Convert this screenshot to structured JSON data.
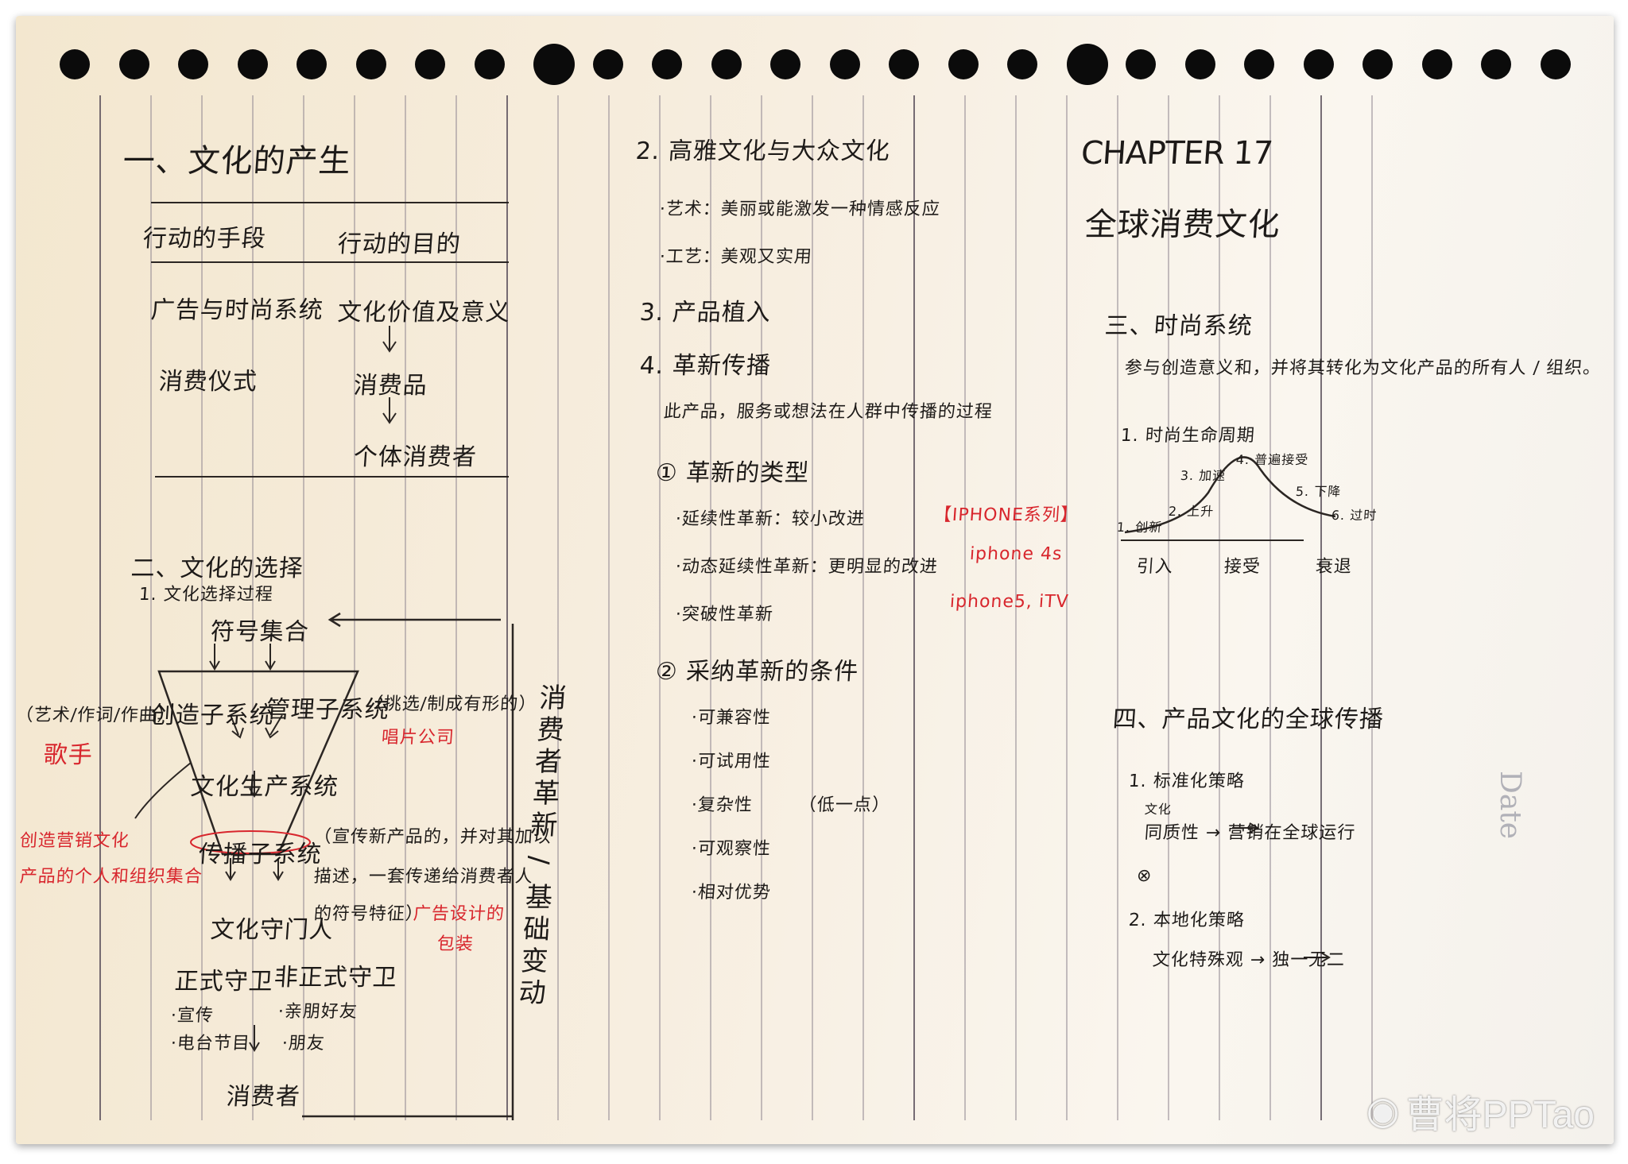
{
  "left": {
    "heading1": "一、文化的产生",
    "col1_head": "行动的手段",
    "col2_head": "行动的目的",
    "row1_a": "广告与时尚系统",
    "row1_b": "文化价值及意义",
    "row2_a": "消费仪式",
    "row2_b": "消费品",
    "row3_b": "个体消费者",
    "heading2": "二、文化的选择",
    "sub1": "1. 文化选择过程",
    "symbol_pool": "符号集合",
    "creative": "创造子系统",
    "creative_note": "（艺术/作词/作曲）",
    "creative_red": "歌手",
    "manage": "管理子系统",
    "manage_note": "（挑选/制成有形的）",
    "manage_red": "唱片公司",
    "culture_sys": "文化生产系统",
    "comm_sys": "传播子系统",
    "comm_note_1": "（宣传新产品的，并对其加以",
    "comm_note_2": "描述，一套传递给消费者人",
    "comm_note_3": "的符号特征）",
    "comm_red_1": "广告设计的",
    "comm_red_2": "包装",
    "left_red_1": "创造营销文化",
    "left_red_2": "产品的个人和组织集合",
    "gatekeepers": "文化守门人",
    "formal": "正式守卫",
    "formal_1": "·宣传",
    "formal_2": "·电台节目",
    "informal": "非正式守卫",
    "informal_1": "·亲朋好友",
    "informal_2": "·朋友",
    "consumer": "消费者",
    "vertical_note": "消费者革新 / 基础变动"
  },
  "middle": {
    "h2": "2. 高雅文化与大众文化",
    "art": "·艺术：美丽或能激发一种情感反应",
    "craft": "·工艺：美观又实用",
    "h3": "3. 产品植入",
    "h4": "4. 革新传播",
    "h4_desc": "此产品，服务或想法在人群中传播的过程",
    "types": "① 革新的类型",
    "t1": "·延续性革新：较小改进",
    "t1_red": "【IPHONE系列】",
    "t2": "·动态延续性革新：更明显的改进",
    "t2_red": "iphone 4s",
    "t3": "·突破性革新",
    "t3_red": "iphone5, iTV",
    "cond": "② 采纳革新的条件",
    "c1": "·可兼容性",
    "c2": "·可试用性",
    "c3": "·复杂性",
    "c3b": "（低一点）",
    "c4": "·可观察性",
    "c5": "·相对优势"
  },
  "right": {
    "chapter": "CHAPTER 17",
    "title": "全球消费文化",
    "h3": "三、时尚系统",
    "h3_desc": "参与创造意义和，并将其转化为文化产品的所有人 / 组织。",
    "cycle": "1. 时尚生命周期",
    "stage1": "1. 创新",
    "stage2": "2. 上升",
    "stage3": "3. 加速",
    "stage4": "4. 普遍接受",
    "stage5": "5. 下降",
    "stage6": "6. 过时",
    "ax1": "引入",
    "ax2": "接受",
    "ax3": "衰退",
    "h4": "四、产品文化的全球传播",
    "s1": "1. 标准化策略",
    "s1_sub": "文化",
    "s1_desc": "同质性 → 营销在全球运行",
    "s1_mark": "⊗",
    "s2": "2. 本地化策略",
    "s2_desc": "文化特殊观 → 独一无二"
  },
  "paper_mark": "Date",
  "watermark": "曹将PPTao",
  "colors": {
    "ink": "#1d1a18",
    "red": "#d8262d",
    "paper": "#f7eee0"
  }
}
